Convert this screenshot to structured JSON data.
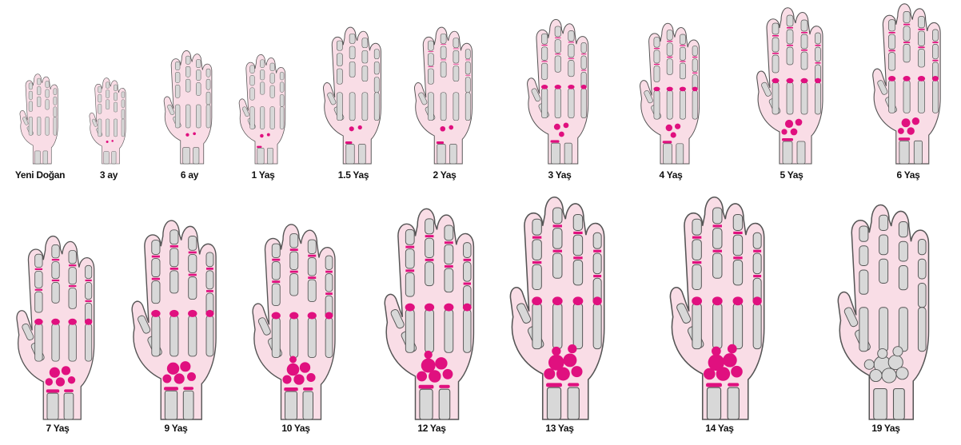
{
  "colors": {
    "skin_fill": "#f9dde6",
    "outline": "#555555",
    "bone_fill": "#d8d8d8",
    "growth_plate": "#e0107f",
    "label_text": "#111111"
  },
  "diagram": {
    "rows": [
      {
        "hands": [
          {
            "label": "Yeni Doğan",
            "ossification": 0.0
          },
          {
            "label": "3 ay",
            "ossification": 0.05
          },
          {
            "label": "6 ay",
            "ossification": 0.1
          },
          {
            "label": "1 Yaş",
            "ossification": 0.15
          },
          {
            "label": "1.5 Yaş",
            "ossification": 0.2
          },
          {
            "label": "2 Yaş",
            "ossification": 0.25
          },
          {
            "label": "3 Yaş",
            "ossification": 0.35
          },
          {
            "label": "4 Yaş",
            "ossification": 0.42
          },
          {
            "label": "5 Yaş",
            "ossification": 0.5
          },
          {
            "label": "6 Yaş",
            "ossification": 0.55
          }
        ]
      },
      {
        "hands": [
          {
            "label": "7 Yaş",
            "ossification": 0.6
          },
          {
            "label": "9 Yaş",
            "ossification": 0.68
          },
          {
            "label": "10 Yaş",
            "ossification": 0.72
          },
          {
            "label": "12 Yaş",
            "ossification": 0.8
          },
          {
            "label": "13 Yaş",
            "ossification": 0.85
          },
          {
            "label": "14 Yaş",
            "ossification": 0.9
          },
          {
            "label": "19 Yaş",
            "ossification": 1.0
          }
        ]
      }
    ]
  }
}
